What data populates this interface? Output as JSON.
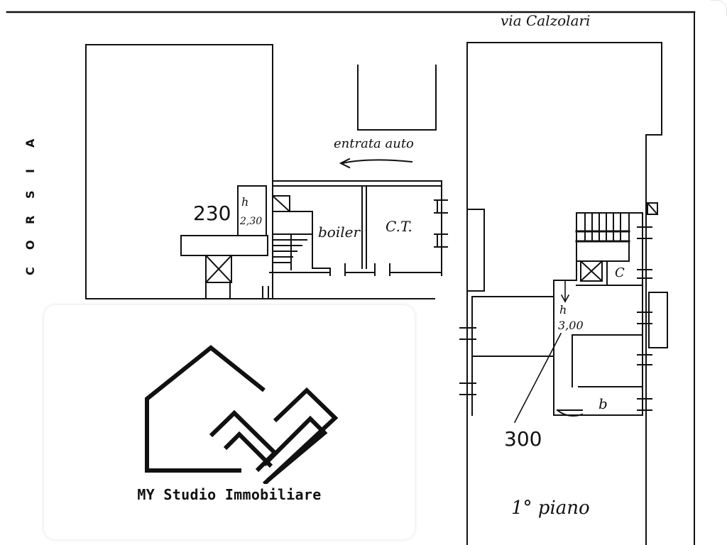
{
  "plan": {
    "street_label": "via Calzolari",
    "corridor_label": "CORSIA",
    "entrance_label": "entrata auto",
    "height_label_left": "230",
    "small_height_left": "2,30",
    "stair_mark_left": "h",
    "boiler_label": "boiler",
    "ct_label": "C.T.",
    "c_label": "C",
    "b_label": "b",
    "stair_mark_right": "h",
    "small_height_right": "3,00",
    "height_label_right": "300",
    "floor_label": "1° piano"
  },
  "logo": {
    "company_name": "MY Studio Immobiliare"
  }
}
